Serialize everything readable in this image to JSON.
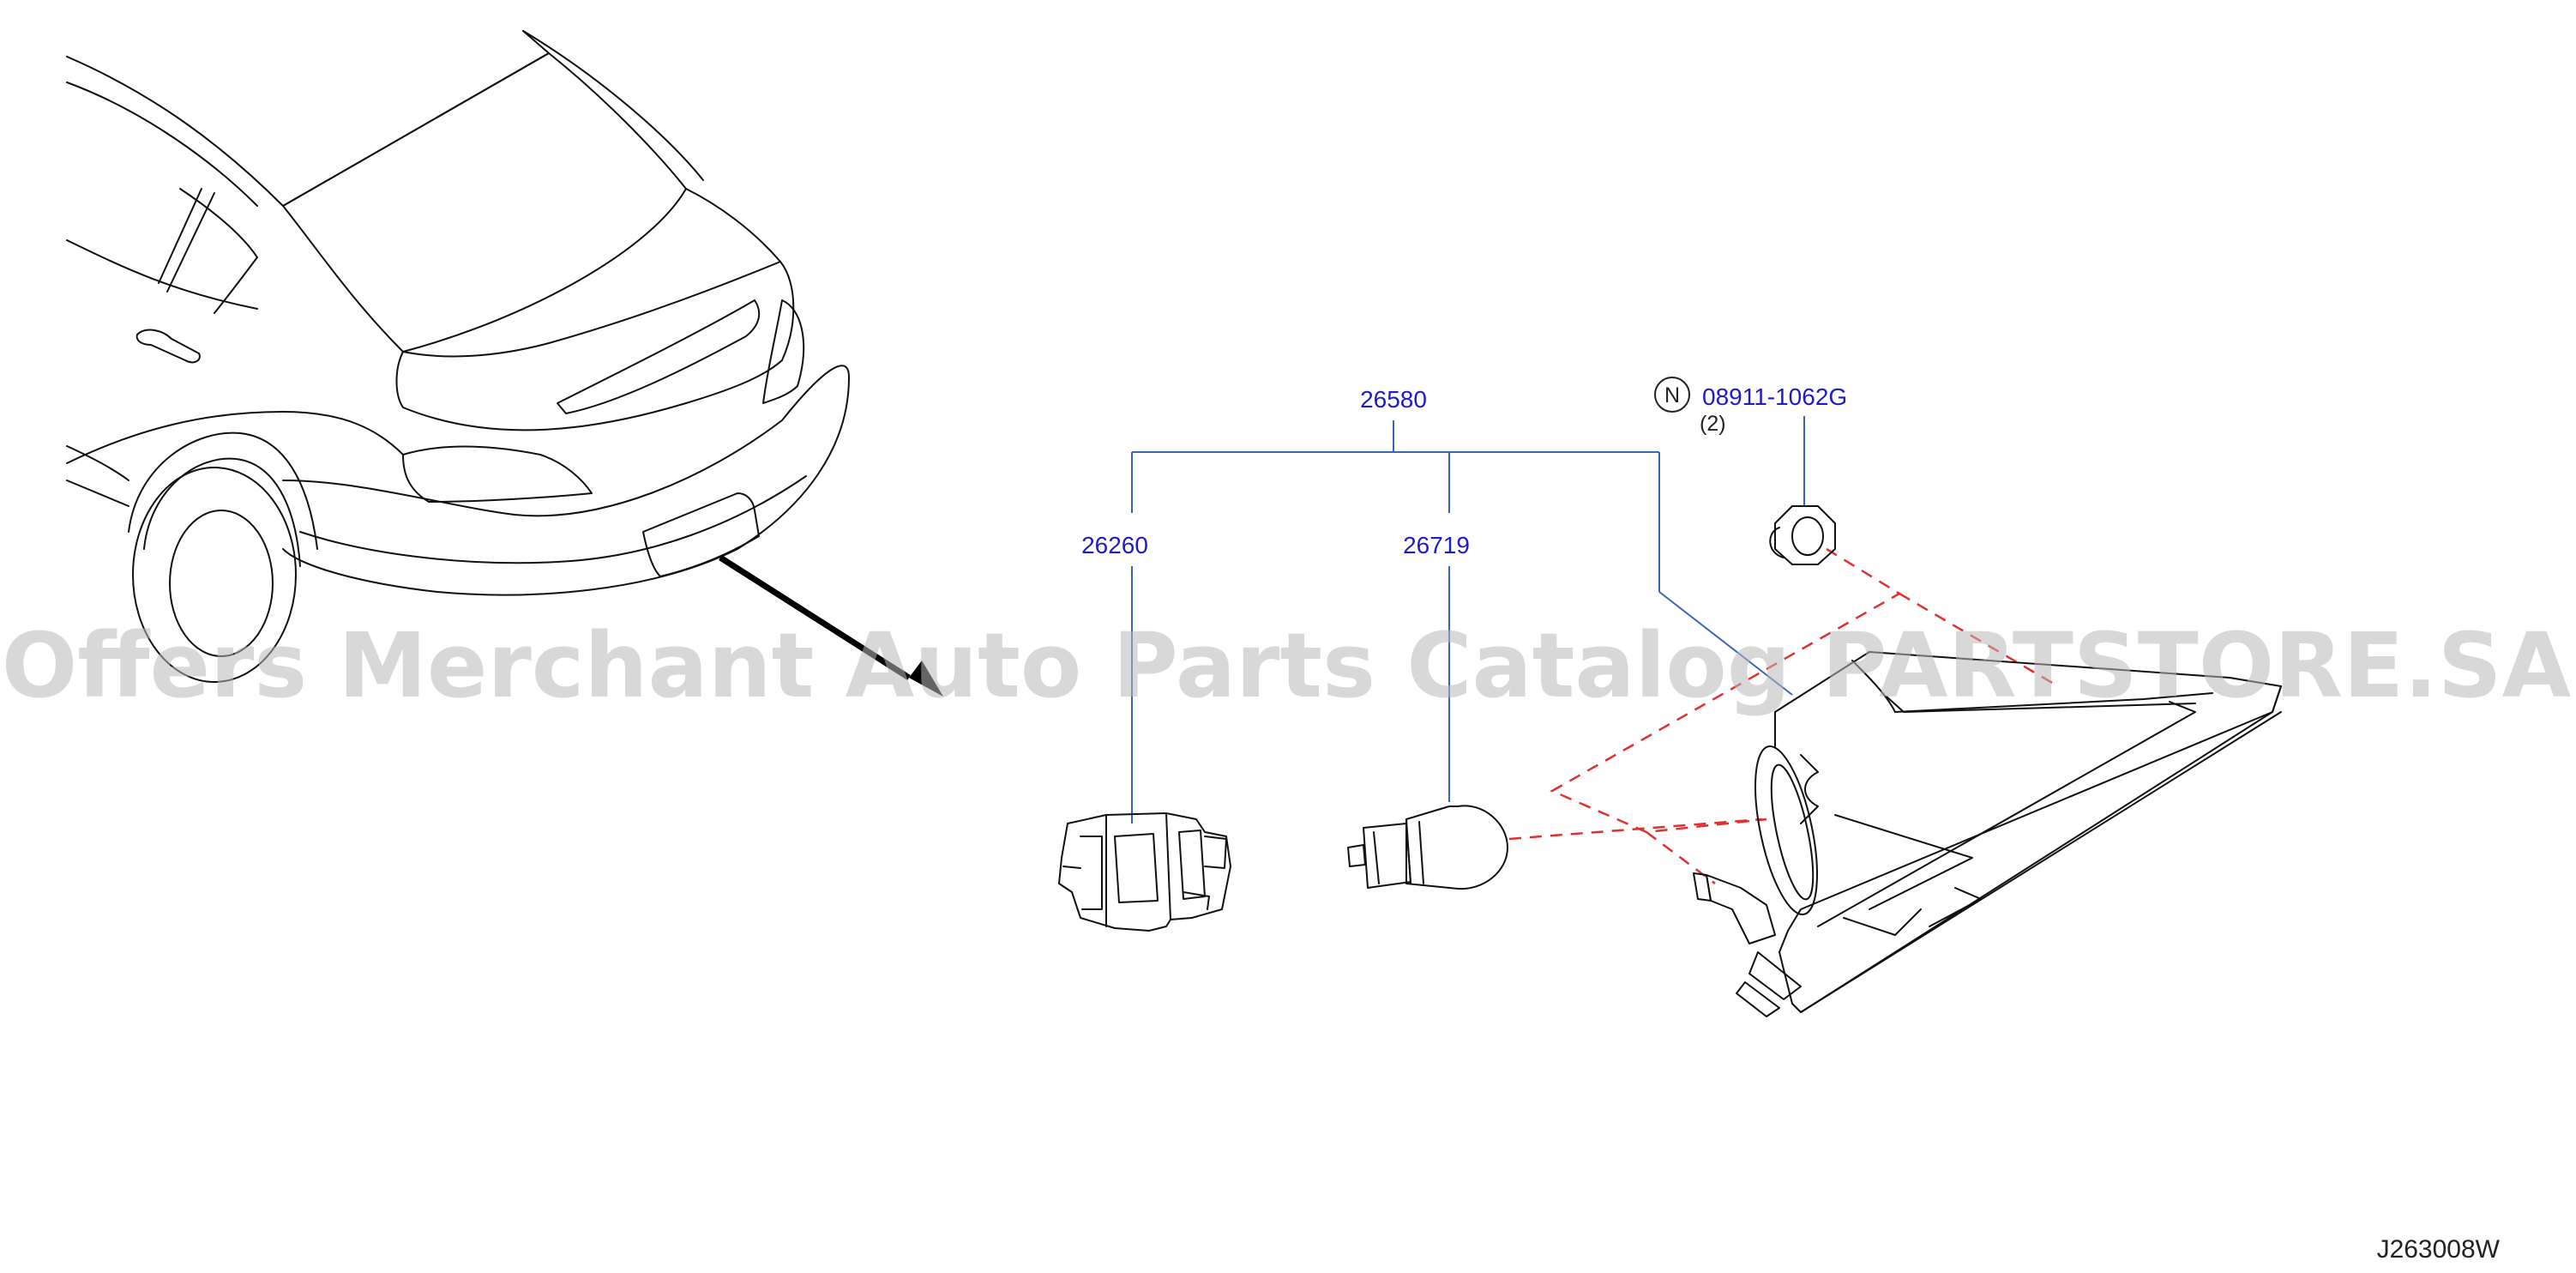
{
  "parts": {
    "assembly": "26580",
    "socket": "26260",
    "bulb": "26719",
    "nut": "08911-1062G",
    "nut_qty": "(2)",
    "note_symbol": "N"
  },
  "watermark": "Offers Merchant Auto Parts Catalog PARTSTORE.SA",
  "diagram_code": "J263008W",
  "colors": {
    "label": "#1c1cc8",
    "leader": "#3a66b8",
    "dashed": "#e0312f",
    "watermark": "#b8b8b8"
  }
}
